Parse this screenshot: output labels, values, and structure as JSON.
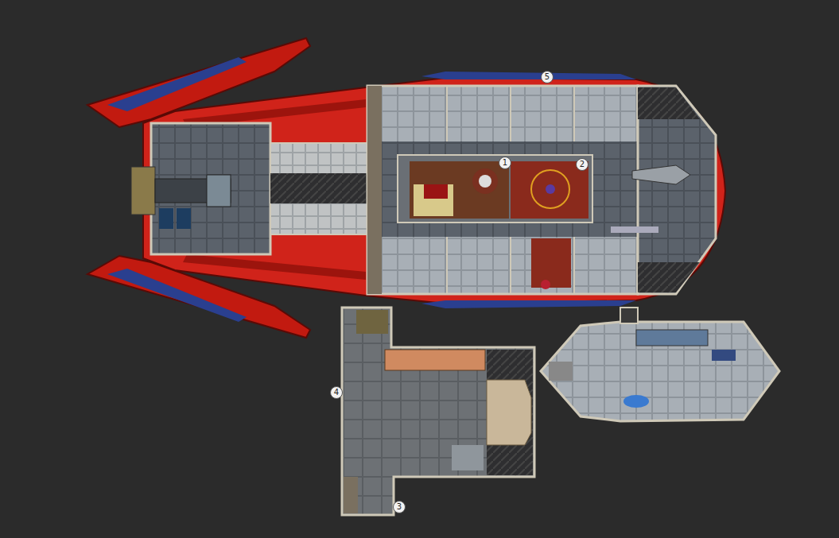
{
  "diagram": {
    "labels": [
      "5",
      "1",
      "2",
      "4",
      "3"
    ]
  }
}
